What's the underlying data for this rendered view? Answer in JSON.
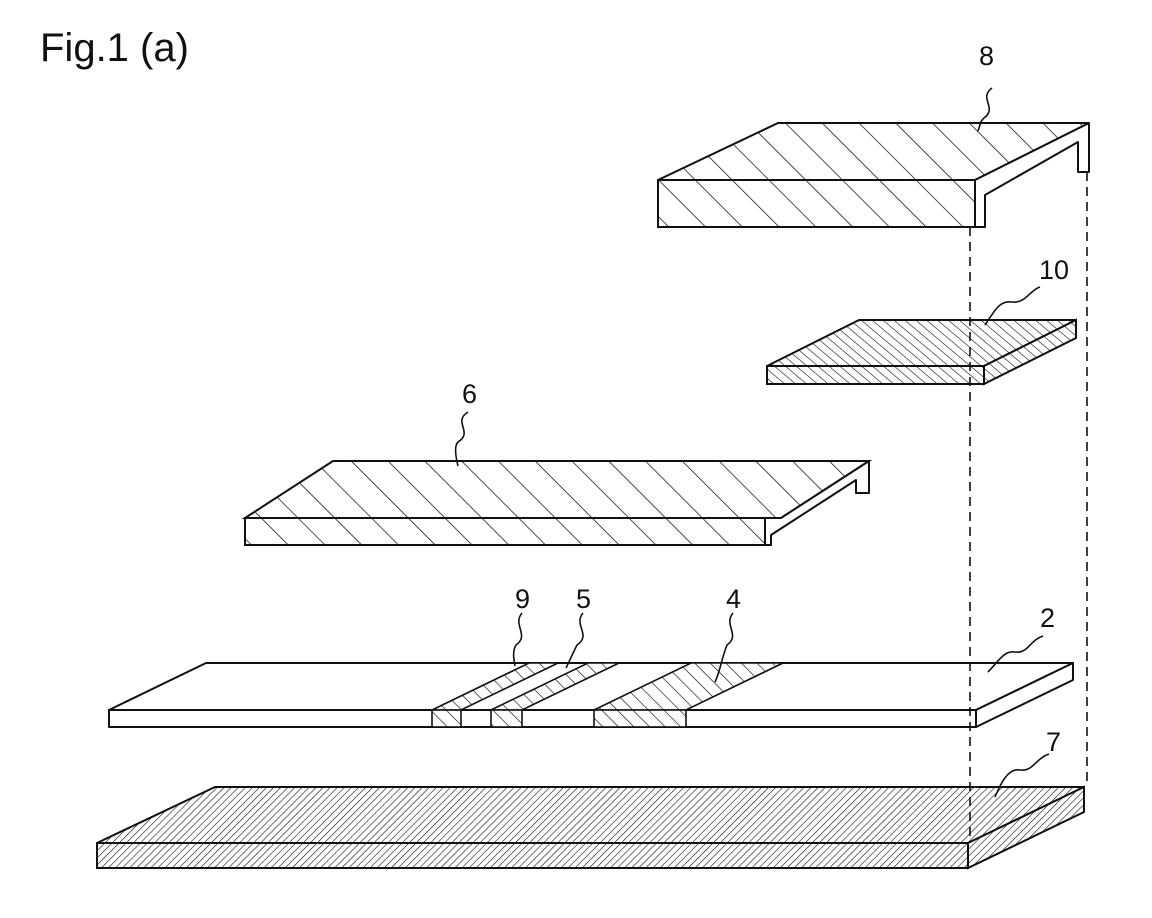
{
  "figure": {
    "title": "Fig.1 (a)",
    "labels": {
      "cover_8": "8",
      "pad_10": "10",
      "film_6": "6",
      "zone_9": "9",
      "zone_5": "5",
      "zone_4": "4",
      "strip_2": "2",
      "base_7": "7"
    }
  }
}
